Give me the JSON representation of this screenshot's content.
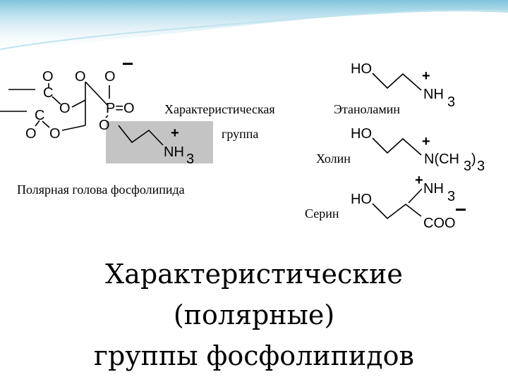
{
  "slide": {
    "title_lines": [
      "Характеристические",
      "(полярные)",
      "группы фосфолипидов"
    ]
  },
  "diagram": {
    "atoms": {
      "O": "O",
      "C": "C",
      "P": "P",
      "P_double_O": "P=O",
      "plus": "+",
      "minus": "−",
      "HO": "HO",
      "N": "N",
      "NH": "NH",
      "H": "H",
      "three": "3",
      "NCH": "N(CH",
      "close": ")",
      "COO": "COO"
    },
    "labels": {
      "characteristic_1": "Характеристическая",
      "characteristic_2": "группа",
      "polar_head": "Полярная голова фосфолипида",
      "ethanolamine": "Этаноламин",
      "choline": "Холин",
      "serine": "Серин"
    }
  },
  "colors": {
    "header_gradient_top": "#8fcde3",
    "header_gradient_bottom": "#ffffff",
    "highlight_box": "#c4c4c4",
    "ink": "#000000"
  }
}
